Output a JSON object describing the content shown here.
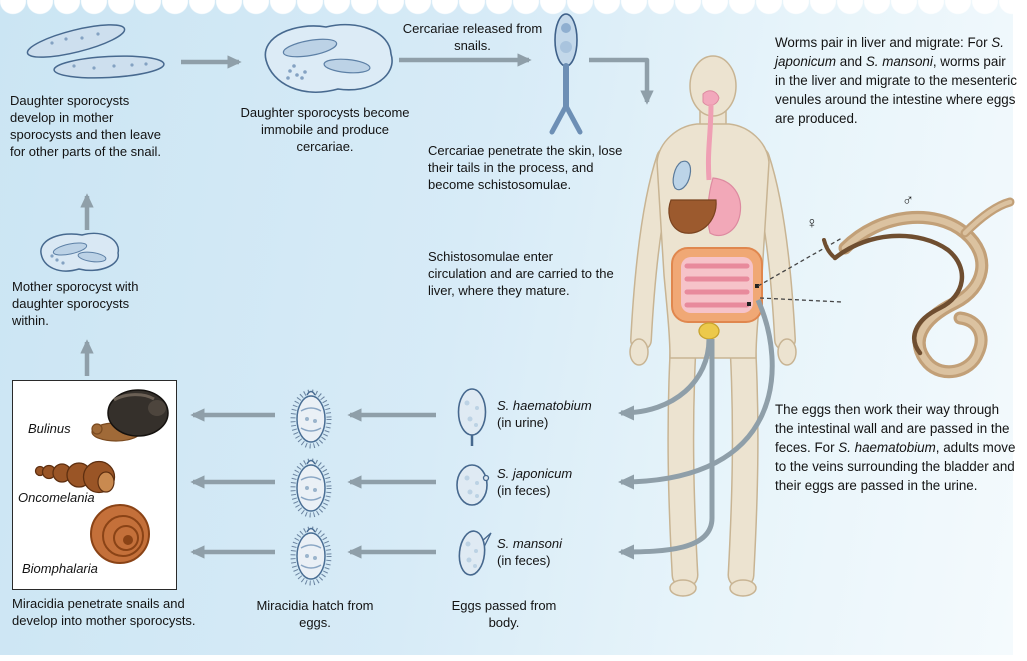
{
  "palette": {
    "panel_blue": "#cbe5f3",
    "arrow_gray": "#8f9fa9",
    "body_skin": "#ece3d0",
    "liver_brown": "#9c5a2e",
    "intestine_orange": "#f0a875",
    "stomach_pink": "#f2a8b8",
    "bladder_yellow": "#ecc94b"
  },
  "texts": {
    "daughter_develop": "Daughter sporocysts develop in mother sporocysts and then leave for other parts of the snail.",
    "daughter_immobile": "Daughter sporocysts become immobile and produce cercariae.",
    "cercariae_released": "Cercariae released from snails.",
    "cercariae_penetrate": "Cercariae penetrate the skin, lose their tails in the process, and become schistosomulae.",
    "schistosomulae_enter": "Schistosomulae enter circulation and are carried to the liver, where they mature.",
    "mother_sporocyst": "Mother sporocyst with daughter sporocysts within.",
    "miracidia_penetrate": "Miracidia penetrate snails and develop into mother sporocysts.",
    "miracidia_hatch": "Miracidia hatch from eggs.",
    "eggs_passed": "Eggs passed from body."
  },
  "right_column": {
    "worms_pair_parts": [
      "Worms pair in liver and migrate: For ",
      "S. japonicum",
      " and ",
      "S. mansoni",
      ", worms pair in the liver and migrate to the mesenteric venules around the intestine where eggs are produced."
    ],
    "eggs_work_parts": [
      "The eggs then work their way through the intestinal wall and are passed in the feces. For ",
      "S. haematobium",
      ", adults move to the veins surrounding the bladder and their eggs are passed in the urine."
    ],
    "female_symbol": "♀",
    "male_symbol": "♂"
  },
  "egg_labels": [
    {
      "species": "S. haematobium",
      "route": "(in urine)"
    },
    {
      "species": "S. japonicum",
      "route": "(in feces)"
    },
    {
      "species": "S. mansoni",
      "route": "(in feces)"
    }
  ],
  "snail_labels": [
    {
      "name": "Bulinus"
    },
    {
      "name": "Oncomelania"
    },
    {
      "name": "Biomphalaria"
    }
  ]
}
